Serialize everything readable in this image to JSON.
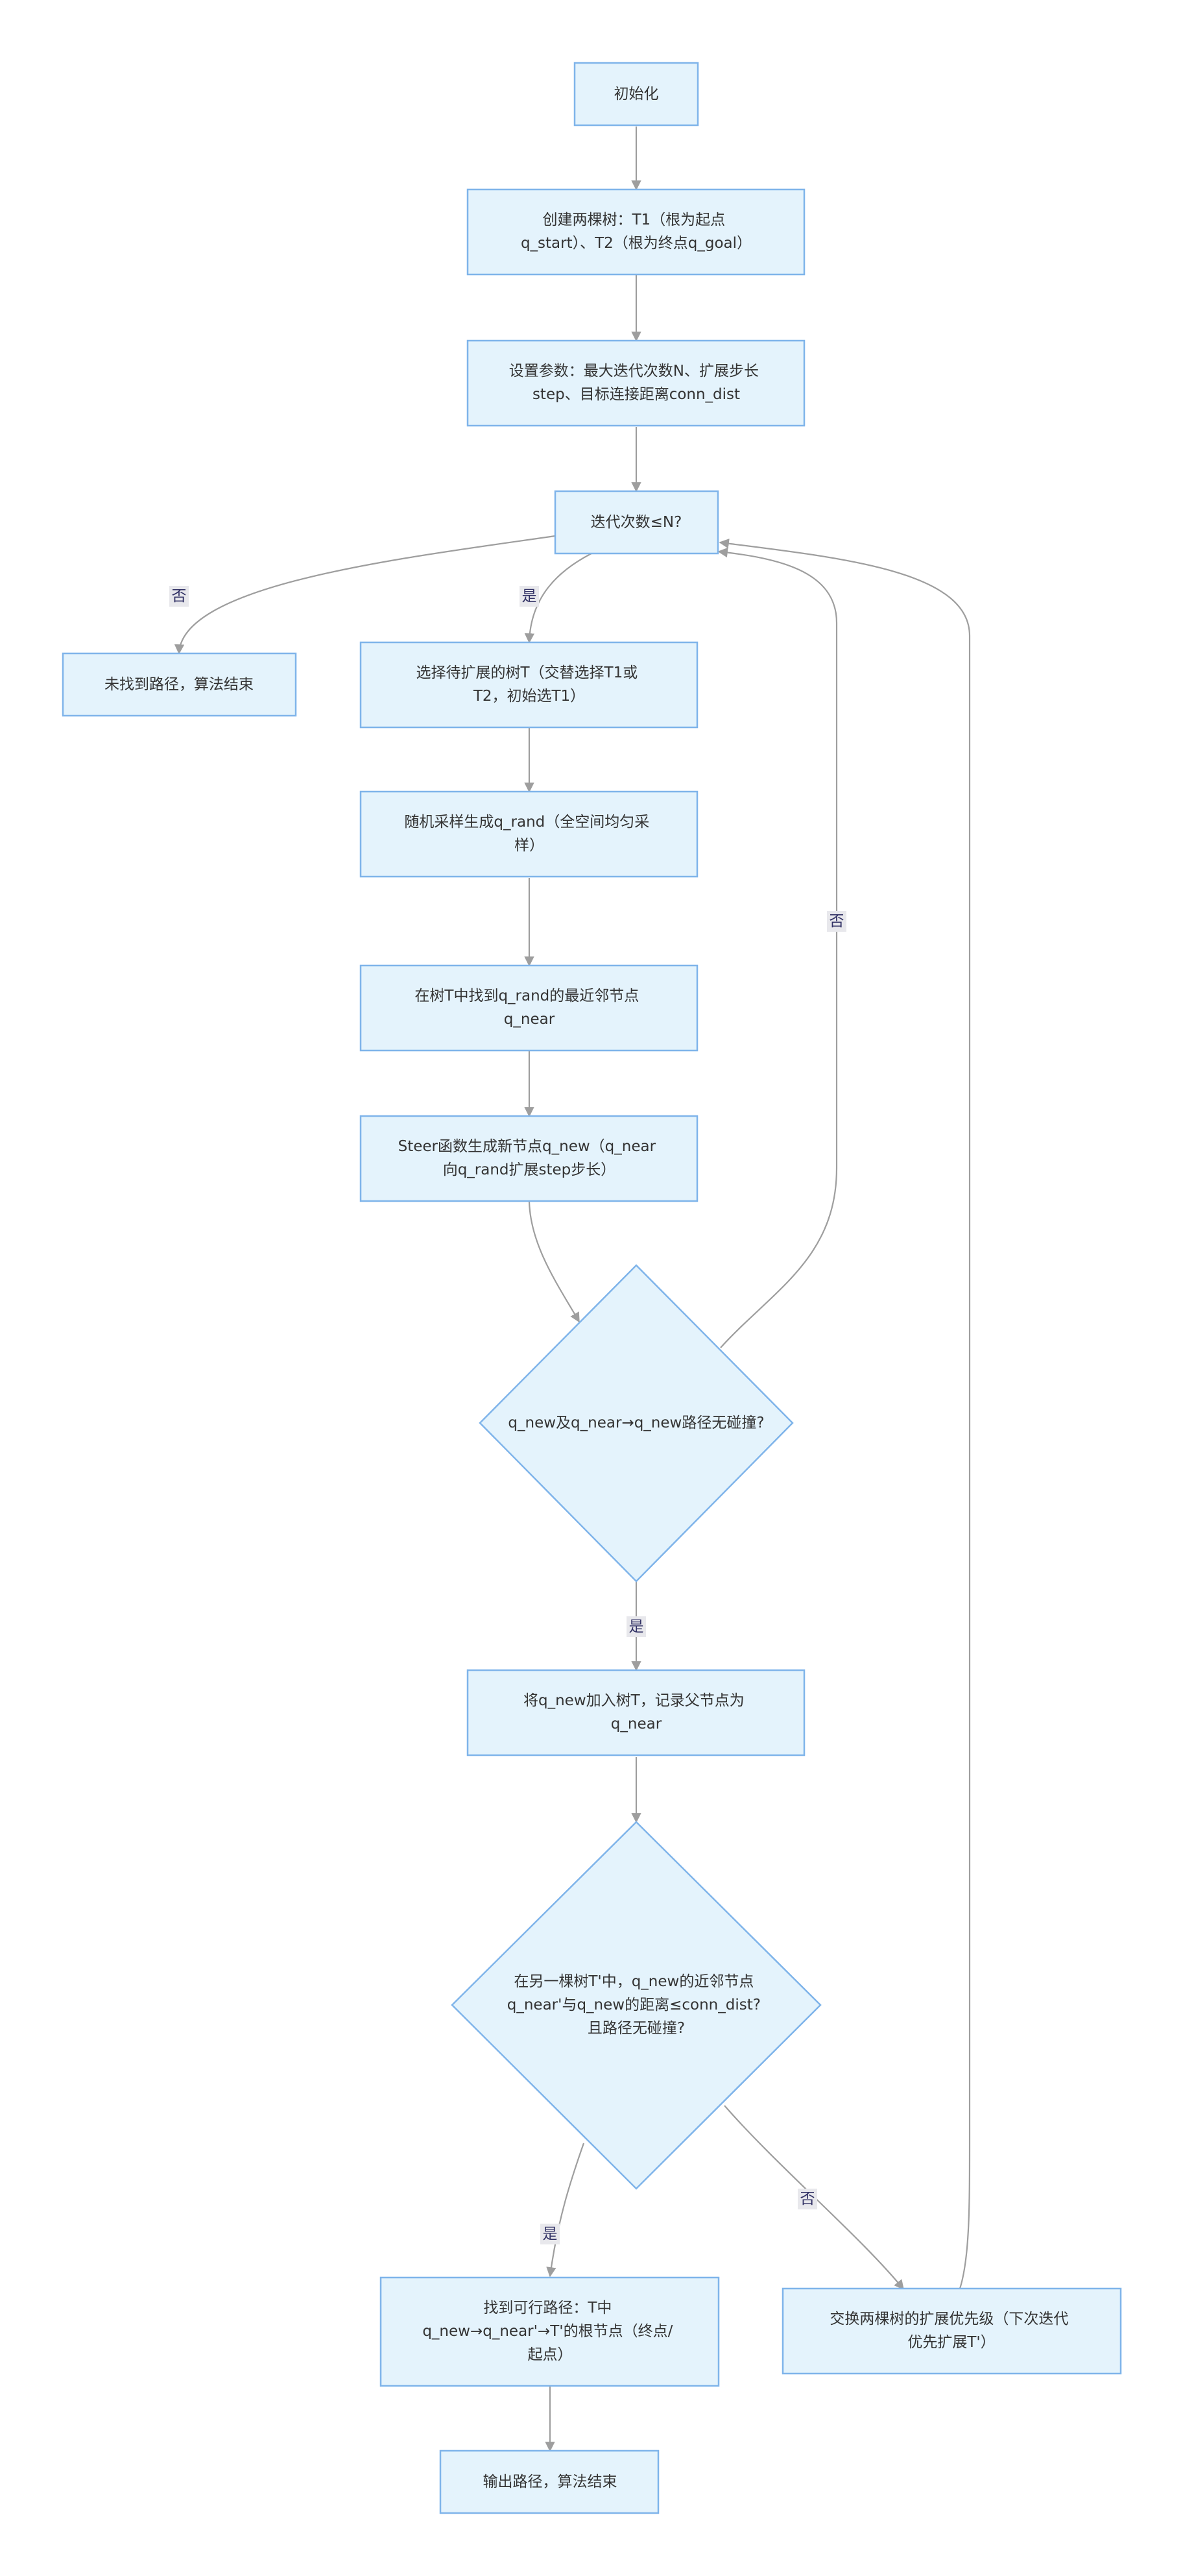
{
  "nodes": {
    "init": {
      "lines": [
        "初始化"
      ]
    },
    "create_trees": {
      "lines": [
        "创建两棵树：T1（根为起点",
        "q_start）、T2（根为终点q_goal）"
      ]
    },
    "set_params": {
      "lines": [
        "设置参数：最大迭代次数N、扩展步长",
        "step、目标连接距离conn_dist"
      ]
    },
    "iter_check": {
      "lines": [
        "迭代次数≤N?"
      ]
    },
    "not_found": {
      "lines": [
        "未找到路径，算法结束"
      ]
    },
    "select_tree": {
      "lines": [
        "选择待扩展的树T（交替选择T1或",
        "T2，初始选T1）"
      ]
    },
    "random_sample": {
      "lines": [
        "随机采样生成q_rand（全空间均匀采",
        "样）"
      ]
    },
    "nearest": {
      "lines": [
        "在树T中找到q_rand的最近邻节点",
        "q_near"
      ]
    },
    "steer": {
      "lines": [
        "Steer函数生成新节点q_new（q_near",
        "向q_rand扩展step步长）"
      ]
    },
    "collision_check": {
      "lines": [
        "q_new及q_near→q_new路径无碰撞?"
      ]
    },
    "add_node": {
      "lines": [
        "将q_new加入树T，记录父节点为",
        "q_near"
      ]
    },
    "connect_check": {
      "lines": [
        "在另一棵树T'中，q_new的近邻节点",
        "q_near'与q_new的距离≤conn_dist?",
        "且路径无碰撞?"
      ]
    },
    "path_found": {
      "lines": [
        "找到可行路径：T中",
        "q_new→q_near'→T'的根节点（终点/",
        "起点）"
      ]
    },
    "swap": {
      "lines": [
        "交换两棵树的扩展优先级（下次迭代",
        "优先扩展T'）"
      ]
    },
    "output": {
      "lines": [
        "输出路径，算法结束"
      ]
    }
  },
  "edge_labels": {
    "iter_no": "否",
    "iter_yes": "是",
    "collision_no": "否",
    "collision_yes": "是",
    "connect_yes": "是",
    "connect_no": "否"
  },
  "colors": {
    "node_fill": "#e4f3fc",
    "node_stroke": "#7fb4ea",
    "edge": "#9e9e9e",
    "label_bg": "#e8e8ec"
  }
}
